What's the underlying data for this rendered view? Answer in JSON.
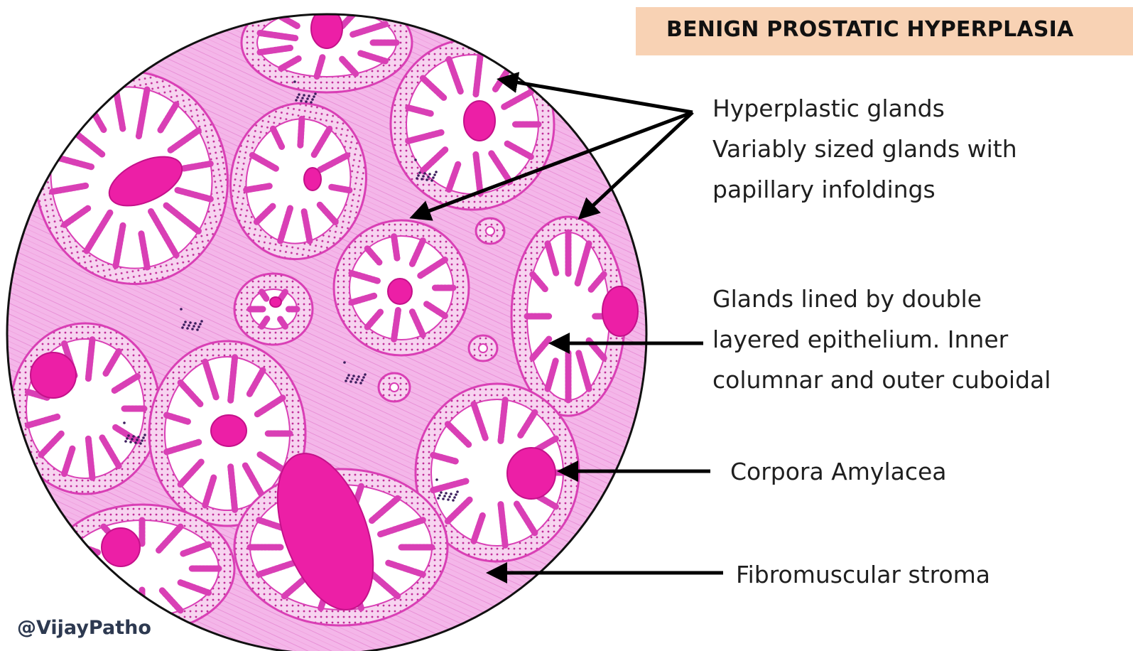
{
  "title": "BENIGN PROSTATIC HYPERPLASIA",
  "watermark": "@VijayPatho",
  "labels": {
    "hyperplastic": {
      "line1": "Hyperplastic glands",
      "line2": "Variably sized glands with",
      "line3": "papillary infoldings"
    },
    "epithelium": {
      "line1": "Glands lined by double",
      "line2": "layered epithelium.  Inner",
      "line3": "columnar and outer cuboidal"
    },
    "corpora": {
      "line1": "Corpora Amylacea"
    },
    "stroma": {
      "line1": "Fibromuscular stroma"
    }
  },
  "colors": {
    "stroma": "#f3b4e8",
    "epithelium": "#d93fb5",
    "corpora": "#ec1fa6",
    "title_box": "#f8d2b4",
    "arrow": "#000000"
  }
}
